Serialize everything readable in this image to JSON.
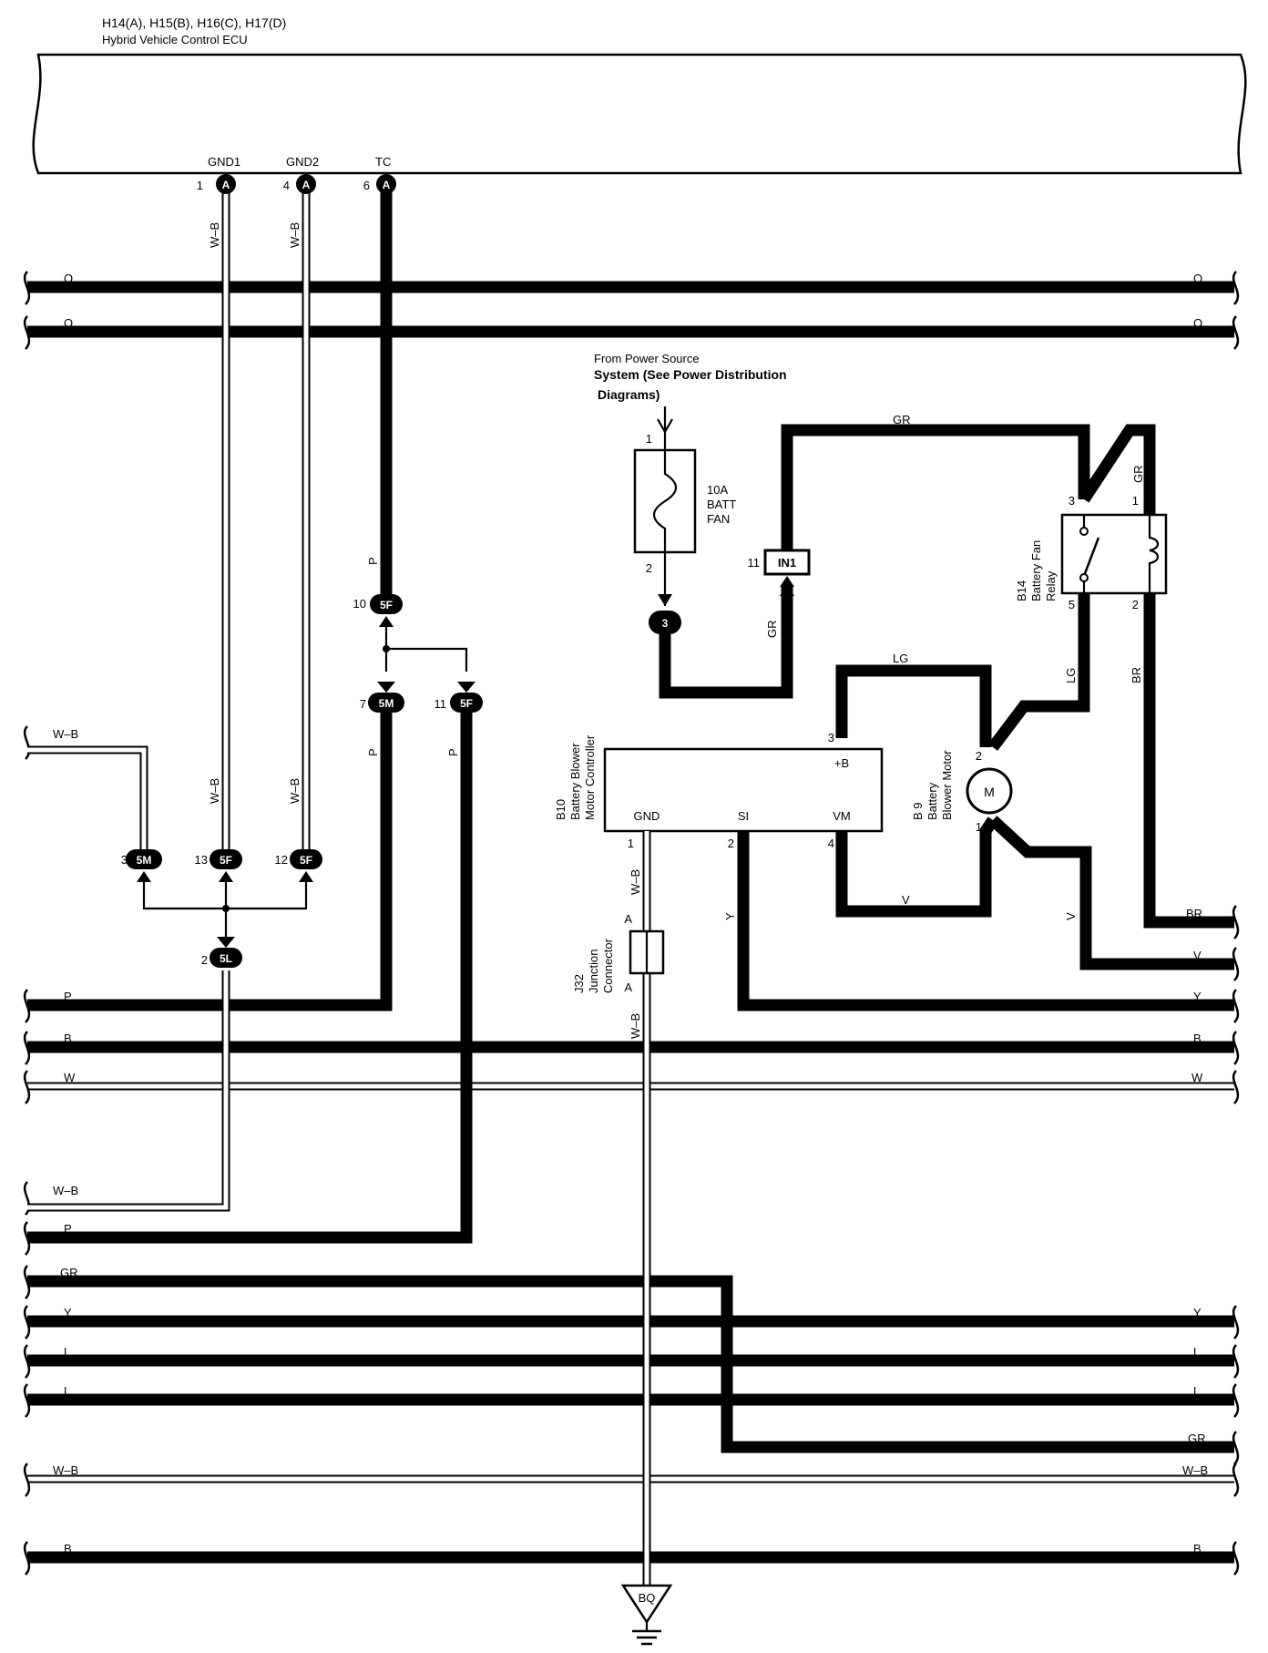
{
  "header": {
    "connectors_line": "H14(A), H15(B), H16(C), H17(D)",
    "ecu_name": "Hybrid Vehicle Control ECU"
  },
  "ecu_pins": [
    {
      "name": "GND1",
      "num": "1",
      "conn": "A"
    },
    {
      "name": "GND2",
      "num": "4",
      "conn": "A"
    },
    {
      "name": "TC",
      "num": "6",
      "conn": "A"
    }
  ],
  "bus_left": [
    {
      "label": "O"
    },
    {
      "label": "O"
    },
    {
      "label": "W–B"
    },
    {
      "label": "P"
    },
    {
      "label": "B"
    },
    {
      "label": "W"
    },
    {
      "label": "W–B"
    },
    {
      "label": "P"
    },
    {
      "label": "GR"
    },
    {
      "label": "Y"
    },
    {
      "label": "L"
    },
    {
      "label": "L"
    },
    {
      "label": "W–B"
    },
    {
      "label": "B"
    }
  ],
  "bus_right": [
    {
      "label": "O"
    },
    {
      "label": "O"
    },
    {
      "label": "BR"
    },
    {
      "label": "V"
    },
    {
      "label": "Y"
    },
    {
      "label": "B"
    },
    {
      "label": "W"
    },
    {
      "label": "Y"
    },
    {
      "label": "L"
    },
    {
      "label": "L"
    },
    {
      "label": "GR"
    },
    {
      "label": "W–B"
    },
    {
      "label": "B"
    }
  ],
  "wire_colors": {
    "wb": "W–B",
    "p": "P",
    "gr": "GR",
    "lg": "LG",
    "br": "BR",
    "v": "V",
    "y": "Y"
  },
  "junctions": [
    {
      "num": "10",
      "conn": "5F"
    },
    {
      "num": "7",
      "conn": "5M"
    },
    {
      "num": "11",
      "conn": "5F"
    },
    {
      "num": "3",
      "conn": "5M"
    },
    {
      "num": "13",
      "conn": "5F"
    },
    {
      "num": "12",
      "conn": "5F"
    },
    {
      "num": "2",
      "conn": "5L"
    },
    {
      "num": "11",
      "conn": "IN1"
    },
    {
      "conn": "3"
    }
  ],
  "power_source": {
    "line1": "From Power Source",
    "line2": "System (See Power Distribution",
    "line3": "Diagrams)"
  },
  "fuse": {
    "amp": "10A",
    "name1": "BATT",
    "name2": "FAN",
    "pin_in": "1",
    "pin_out": "2"
  },
  "relay": {
    "code": "B14",
    "name1": "Battery Fan",
    "name2": "Relay",
    "pins": [
      "3",
      "1",
      "5",
      "2"
    ]
  },
  "controller": {
    "code": "B10",
    "name1": "Battery Blower",
    "name2": "Motor Controller",
    "pin_b": "+B",
    "pin_b_num": "3",
    "pin_gnd": "GND",
    "pin_gnd_num": "1",
    "pin_si": "SI",
    "pin_si_num": "2",
    "pin_vm": "VM",
    "pin_vm_num": "4"
  },
  "motor": {
    "code": "B 9",
    "name1": "Battery",
    "name2": "Blower Motor",
    "symbol": "M",
    "pin_top": "2",
    "pin_bottom": "1"
  },
  "junction_connector": {
    "code": "J32",
    "name1": "Junction",
    "name2": "Connector",
    "pin_top": "A",
    "pin_bottom": "A"
  },
  "ground": {
    "label": "BQ"
  }
}
